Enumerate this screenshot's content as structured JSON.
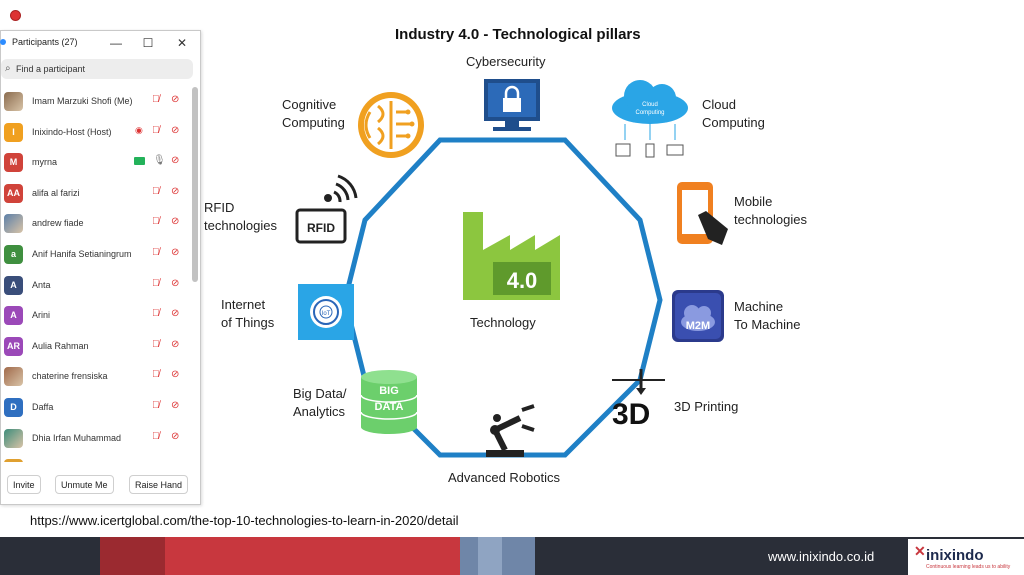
{
  "slide": {
    "title": "Industry 4.0 - Technological pillars",
    "center_badge": "4.0",
    "center_label": "Technology",
    "pillars": {
      "cybersecurity": "Cybersecurity",
      "cloud": "Cloud\nComputing",
      "cloud_icon_text": "Cloud\nComputing",
      "mobile": "Mobile\ntechnologies",
      "m2m": "Machine\nTo Machine",
      "m2m_icon_text": "M2M",
      "printing": "3D Printing",
      "printing_icon_text": "3D",
      "robotics": "Advanced Robotics",
      "bigdata": "Big Data/\nAnalytics",
      "bigdata_icon_text_1": "BIG",
      "bigdata_icon_text_2": "DATA",
      "iot": "Internet\nof Things",
      "iot_icon_text": "IoT",
      "rfid": "RFID\ntechnologies",
      "rfid_icon_text": "RFID",
      "cognitive": "Cognitive\nComputing"
    },
    "source_url": "https://www.icertglobal.com/the-top-10-technologies-to-learn-in-2020/detail",
    "footer_site": "www.inixindo.co.id",
    "footer_logo": "inixindo",
    "footer_tagline": "Continuous learning leads us to ability",
    "colors": {
      "octagon": "#1f80c6",
      "accent_green": "#8cc63f",
      "footer_red": "#c8373e",
      "footer_dark": "#2a2e38"
    }
  },
  "panel": {
    "title": "Participants (27)",
    "minimize": "—",
    "maximize": "☐",
    "close": "✕",
    "search_placeholder": "Find a participant",
    "participants": [
      {
        "initials": "",
        "name": "Imam Marzuki Shofi (Me)",
        "color": "#8a6b4e",
        "photo": true
      },
      {
        "initials": "I",
        "name": "Inixindo-Host (Host)",
        "color": "#f0a020",
        "recording": true
      },
      {
        "initials": "M",
        "name": "myrna",
        "color": "#d0433a",
        "sharing": true,
        "mic_on": true
      },
      {
        "initials": "AA",
        "name": "alifa al farizi",
        "color": "#d0433a"
      },
      {
        "initials": "",
        "name": "andrew fiade",
        "color": "#5b7fa8",
        "photo": true
      },
      {
        "initials": "a",
        "name": "Anif Hanifa Setianingrum",
        "color": "#3f8f3f"
      },
      {
        "initials": "A",
        "name": "Anta",
        "color": "#3a4e7a"
      },
      {
        "initials": "A",
        "name": "Arini",
        "color": "#9b49b8"
      },
      {
        "initials": "AR",
        "name": "Aulia Rahman",
        "color": "#9b49b8"
      },
      {
        "initials": "",
        "name": "chaterine frensiska",
        "color": "#a0694a",
        "photo": true
      },
      {
        "initials": "D",
        "name": "Daffa",
        "color": "#2f6fc0"
      },
      {
        "initials": "",
        "name": "Dhia Irfan Muhammad",
        "color": "#3d8c7a",
        "photo": true
      },
      {
        "initials": "",
        "name": "",
        "color": "#e0a030"
      }
    ],
    "buttons": {
      "invite": "Invite",
      "unmute": "Unmute Me",
      "raise": "Raise Hand"
    }
  }
}
